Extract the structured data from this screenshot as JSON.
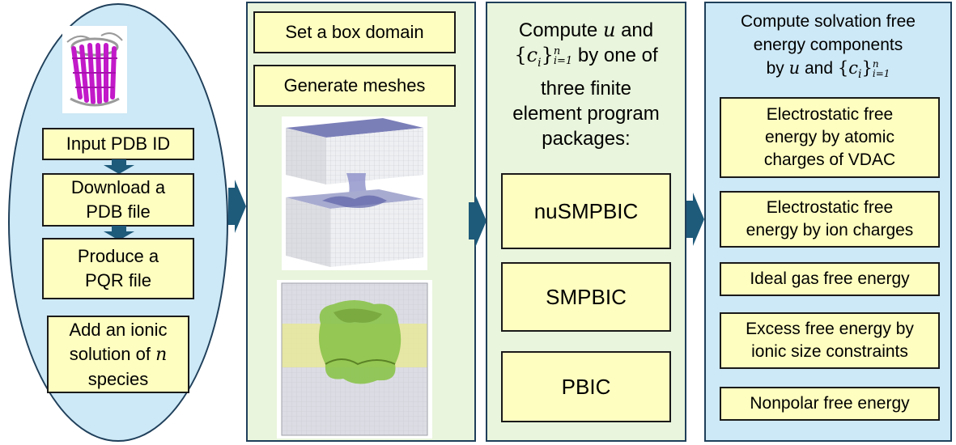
{
  "colors": {
    "yellow_box": "#fefec0",
    "panel_blue": "#cde8f6",
    "panel_green": "#e9f5dc",
    "arrow": "#1e5a7a",
    "protein": "#c219c9"
  },
  "col1": {
    "steps": [
      "Input PDB ID",
      "Download a",
      "PDB file",
      "Produce a",
      "PQR file",
      "Add an ionic",
      "solution of",
      "n",
      "species"
    ]
  },
  "col2": {
    "box1": "Set a box domain",
    "box2": "Generate meshes"
  },
  "col3": {
    "line1_pre": "Compute",
    "u": "u",
    "line1_post": "and",
    "c": "c",
    "i": "i",
    "n": "n",
    "i_eq_1": "i=1",
    "line2_post": "by one of",
    "line3": "three finite",
    "line4": "element program",
    "line5": "packages:",
    "packages": [
      "nuSMPBIC",
      "SMPBIC",
      "PBIC"
    ]
  },
  "col4": {
    "head1": "Compute solvation free",
    "head2": "energy components",
    "head3_pre": "by",
    "head3_mid": "and",
    "components": [
      [
        "Electrostatic free",
        "energy by atomic",
        "charges of VDAC"
      ],
      [
        "Electrostatic free",
        "energy by ion charges"
      ],
      [
        "Ideal gas free energy"
      ],
      [
        "Excess free energy by",
        "ionic size constraints"
      ],
      [
        "Nonpolar free energy"
      ]
    ]
  }
}
